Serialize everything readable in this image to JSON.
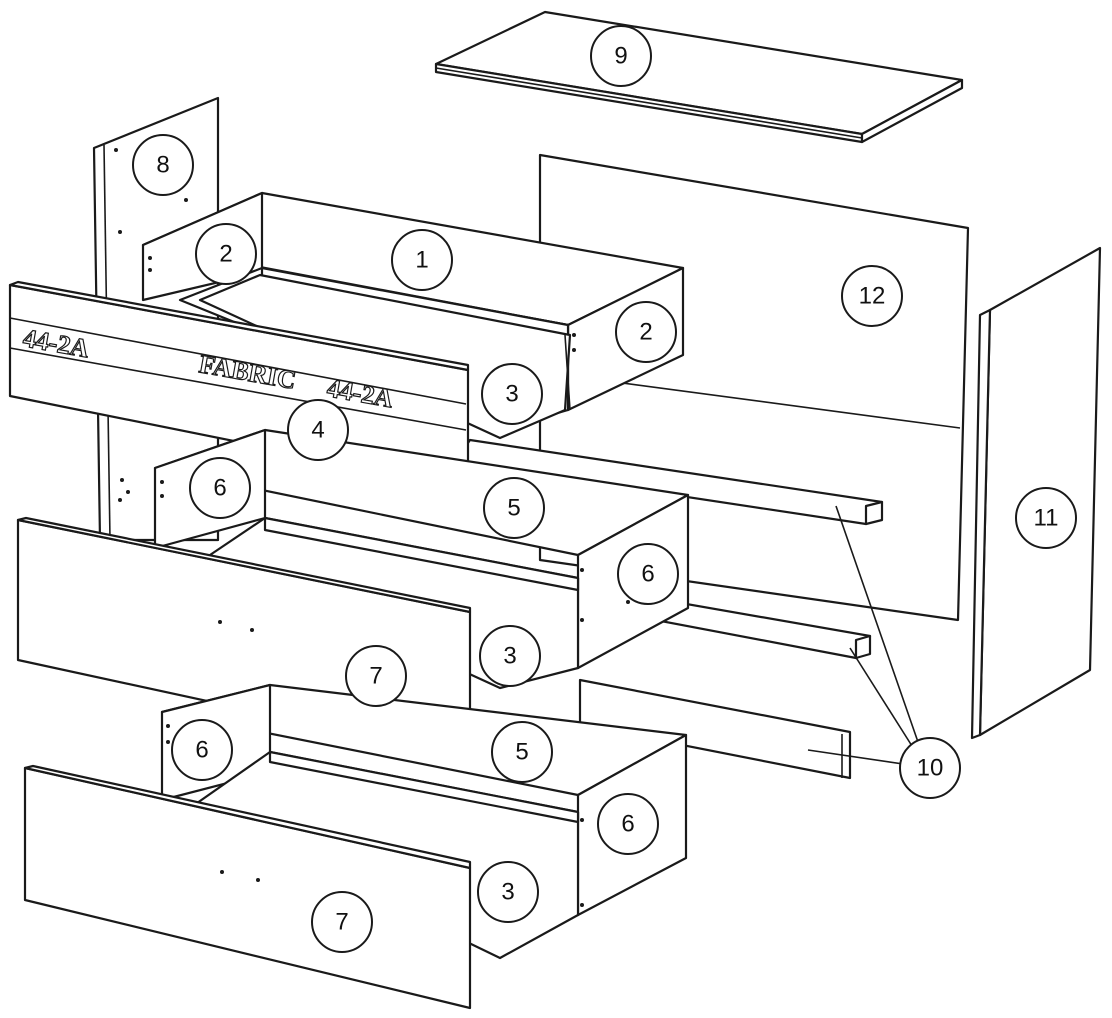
{
  "diagram": {
    "front_engraving": {
      "left_code": "44-2A",
      "center_word": "FABRIC",
      "right_code": "44-2A"
    },
    "callouts": {
      "c1": "1",
      "c2a": "2",
      "c2b": "2",
      "c3a": "3",
      "c3b": "3",
      "c3c": "3",
      "c4": "4",
      "c5a": "5",
      "c5b": "5",
      "c6a": "6",
      "c6b": "6",
      "c6c": "6",
      "c6d": "6",
      "c7a": "7",
      "c7b": "7",
      "c8": "8",
      "c9": "9",
      "c10": "10",
      "c11": "11",
      "c12": "12"
    }
  }
}
